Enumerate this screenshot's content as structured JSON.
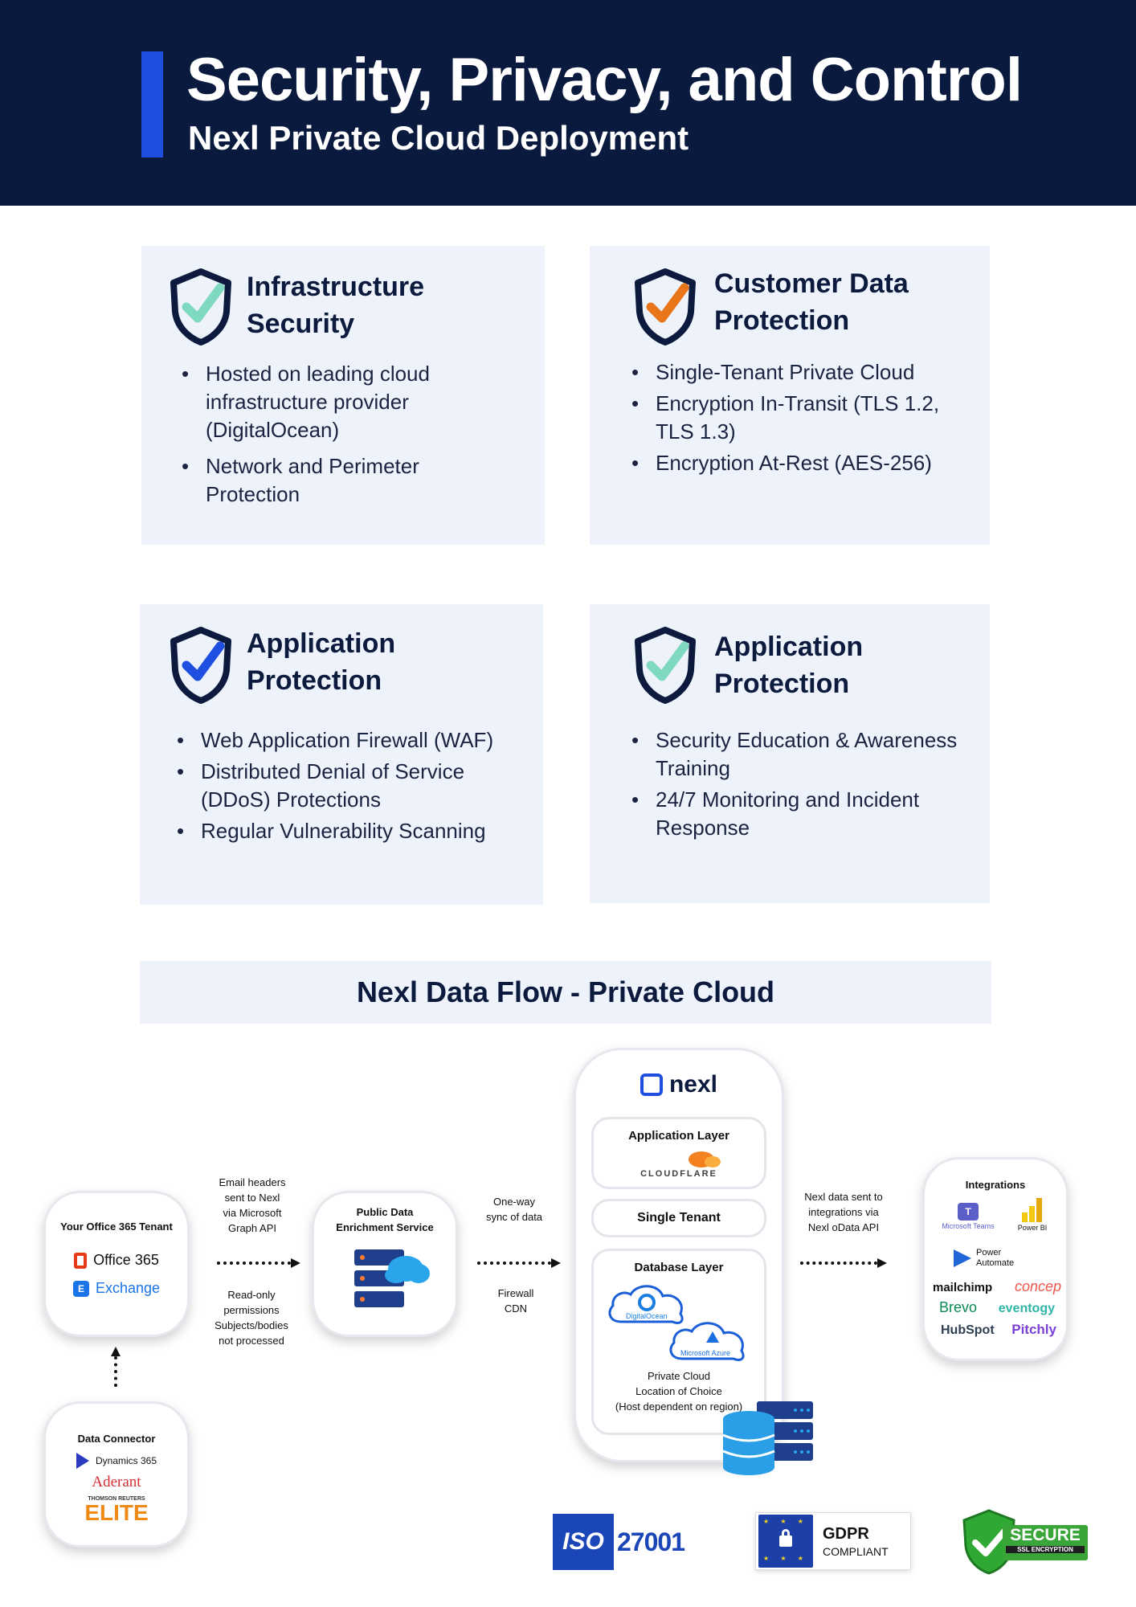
{
  "header": {
    "title": "Security, Privacy, and Control",
    "subtitle": "Nexl Private Cloud Deployment"
  },
  "cards": [
    {
      "title_line1": "Infrastructure",
      "title_line2": "Security",
      "icon": "shield-check-icon",
      "check_color": "#7fd8c0",
      "bullets": [
        "Hosted on leading cloud infrastructure provider (DigitalOcean)",
        "Network and Perimeter Protection"
      ]
    },
    {
      "title_line1": "Customer Data",
      "title_line2": "Protection",
      "icon": "shield-check-icon",
      "check_color": "#e8751a",
      "bullets": [
        "Single-Tenant Private Cloud",
        "Encryption In-Transit (TLS 1.2, TLS 1.3)",
        "Encryption At-Rest (AES-256)"
      ]
    },
    {
      "title_line1": "Application",
      "title_line2": "Protection",
      "icon": "shield-check-icon",
      "check_color": "#1f4fe0",
      "bullets": [
        "Web Application Firewall (WAF)",
        "Distributed Denial of Service (DDoS) Protections",
        "Regular Vulnerability Scanning"
      ]
    },
    {
      "title_line1": "Application",
      "title_line2": "Protection",
      "icon": "shield-check-icon",
      "check_color": "#7fd8c0",
      "bullets": [
        "Security Education & Awareness Training",
        "24/7 Monitoring and Incident Response"
      ]
    }
  ],
  "flow": {
    "title": "Nexl Data Flow - Private Cloud",
    "tenant": {
      "title": "Your Office 365 Tenant",
      "office": "Office 365",
      "exchange": "Exchange"
    },
    "connector": {
      "title": "Data Connector",
      "dynamics": "Dynamics 365",
      "aderant": "Aderant",
      "tr": "THOMSON REUTERS",
      "elite": "ELITE"
    },
    "enrichment": {
      "title_line1": "Public Data",
      "title_line2": "Enrichment Service"
    },
    "note_email": [
      "Email headers",
      "sent to Nexl",
      "via Microsoft",
      "Graph API"
    ],
    "note_readonly": [
      "Read-only",
      "permissions",
      "Subjects/bodies",
      "not processed"
    ],
    "note_sync": [
      "One-way",
      "sync of data"
    ],
    "note_firewall": [
      "Firewall",
      "CDN"
    ],
    "nexl": {
      "brand": "nexl",
      "app_layer": "Application Layer",
      "cloudflare": "CLOUDFLARE",
      "single_tenant": "Single Tenant",
      "db_layer": "Database Layer",
      "digitalocean": "DigitalOcean",
      "azure": "Microsoft Azure",
      "private_cloud": [
        "Private Cloud",
        "Location of Choice",
        "(Host dependent on region)"
      ]
    },
    "note_integrations": [
      "Nexl data sent to",
      "integrations via",
      "Nexl oData API"
    ],
    "integrations": {
      "title": "Integrations",
      "teams": "Microsoft Teams",
      "powerbi": "Power BI",
      "automate": [
        "Power",
        "Automate"
      ],
      "mailchimp": "mailchimp",
      "concep": "concep",
      "brevo": "Brevo",
      "eventogy": "eventogy",
      "hubspot": "HubSpot",
      "pitchly": "Pitchly"
    }
  },
  "badges": {
    "iso": "ISO",
    "iso_num": "27001",
    "gdpr": "GDPR",
    "gdpr_sub": "COMPLIANT",
    "ssl": "SECURE",
    "ssl_sub": "SSL ENCRYPTION"
  },
  "colors": {
    "navy": "#0a1a3f",
    "accent_blue": "#1f4fe0",
    "card_bg": "#eef3fb"
  }
}
